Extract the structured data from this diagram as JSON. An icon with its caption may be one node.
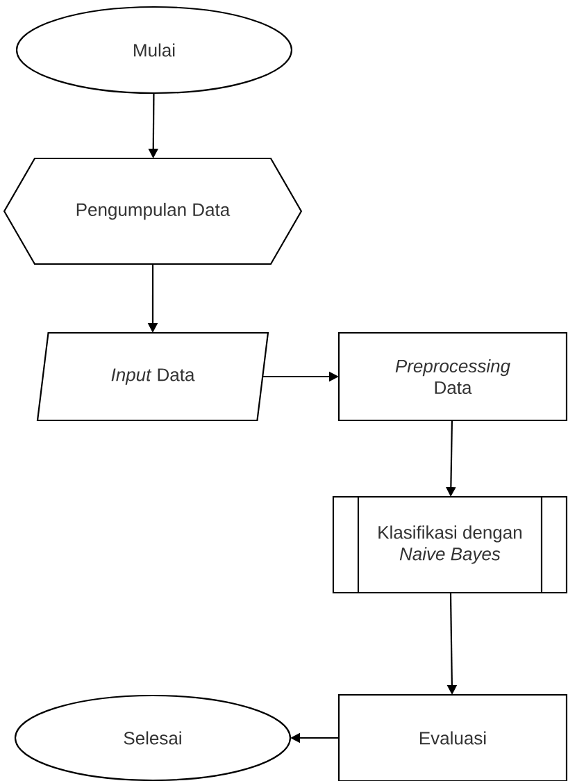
{
  "diagram": {
    "nodes": [
      {
        "text": [
          "Mulai"
        ]
      },
      {
        "text": [
          "Pengumpulan Data"
        ]
      },
      {
        "text": [
          "*Input* Data"
        ]
      },
      {
        "text": [
          "*Preprocessing* Data"
        ]
      },
      {
        "text": [
          "Klasifikasi dengan *Naive Bayes*"
        ]
      },
      {
        "text": [
          "Evaluasi"
        ]
      },
      {
        "text": [
          "Selesai"
        ]
      }
    ],
    "edges": [
      {
        "from": 0,
        "to": 1,
        "arrow": "to"
      },
      {
        "from": 1,
        "to": 2,
        "arrow": "to"
      },
      {
        "from": 2,
        "to": 3,
        "arrow": "to"
      },
      {
        "from": 3,
        "to": 4,
        "arrow": "to"
      },
      {
        "from": 4,
        "to": 5,
        "arrow": "to"
      },
      {
        "from": 5,
        "to": 6,
        "arrow": "to"
      }
    ]
  }
}
